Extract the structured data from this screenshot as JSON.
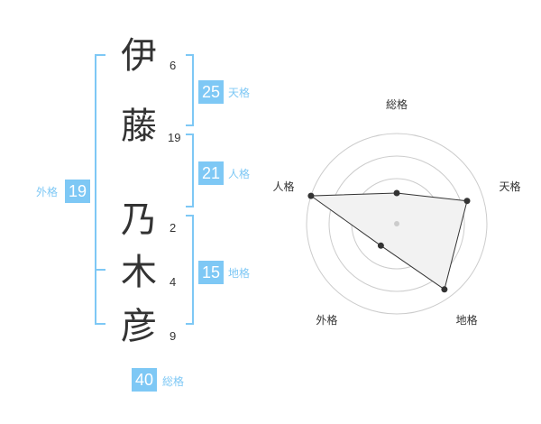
{
  "name": {
    "chars": [
      {
        "char": "伊",
        "strokes": "6"
      },
      {
        "char": "藤",
        "strokes": "19"
      },
      {
        "char": "乃",
        "strokes": "2"
      },
      {
        "char": "木",
        "strokes": "4"
      },
      {
        "char": "彦",
        "strokes": "9"
      }
    ]
  },
  "fortunes": {
    "tenkaku": {
      "value": "25",
      "label": "天格"
    },
    "jinkaku": {
      "value": "21",
      "label": "人格"
    },
    "chikaku": {
      "value": "15",
      "label": "地格"
    },
    "gaikaku": {
      "value": "19",
      "label": "外格"
    },
    "soukaku": {
      "value": "40",
      "label": "総格"
    }
  },
  "colors": {
    "accent": "#7ec8f5",
    "text": "#333333",
    "grid": "#cccccc"
  },
  "chart_data": {
    "type": "radar",
    "axes": [
      "総格",
      "天格",
      "地格",
      "外格",
      "人格"
    ],
    "values": [
      0.34,
      0.82,
      0.9,
      0.3,
      1.0
    ],
    "range": [
      0,
      1
    ],
    "rings": 4
  }
}
